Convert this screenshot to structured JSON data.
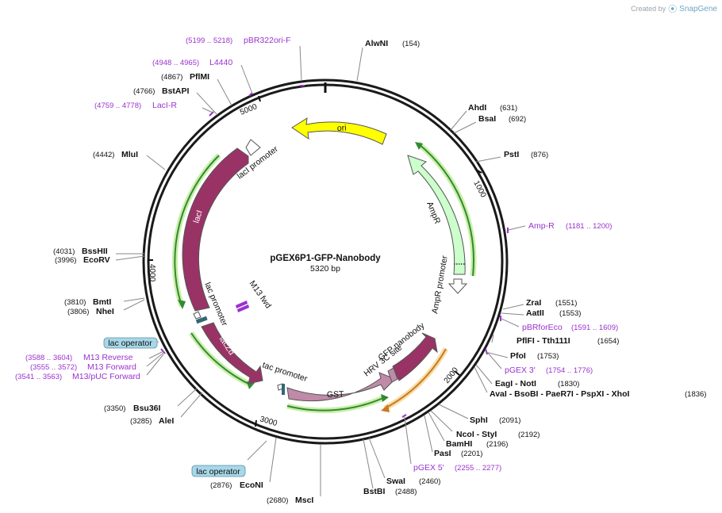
{
  "header": {
    "credit_prefix": "Created by",
    "credit_brand": "SnapGene"
  },
  "plasmid": {
    "name": "pGEX6P1-GFP-Nanobody",
    "length_label": "5320 bp",
    "length": 5320
  },
  "scale_ticks": [
    {
      "pos": 1000,
      "label": "1000"
    },
    {
      "pos": 2000,
      "label": "2000"
    },
    {
      "pos": 3000,
      "label": "3000"
    },
    {
      "pos": 4000,
      "label": "4000"
    },
    {
      "pos": 5000,
      "label": "5000"
    }
  ],
  "enzymes": [
    {
      "id": "alwni",
      "name": "AlwNI",
      "pos": "(154)"
    },
    {
      "id": "ahdi",
      "name": "AhdI",
      "pos": "(631)"
    },
    {
      "id": "bsai",
      "name": "BsaI",
      "pos": "(692)"
    },
    {
      "id": "psti",
      "name": "PstI",
      "pos": "(876)"
    },
    {
      "id": "zrai",
      "name": "ZraI",
      "pos": "(1551)"
    },
    {
      "id": "aatii",
      "name": "AatII",
      "pos": "(1553)"
    },
    {
      "id": "pflfi",
      "name": "PflFI - Tth111I",
      "pos": "(1654)"
    },
    {
      "id": "pfoi",
      "name": "PfoI",
      "pos": "(1753)"
    },
    {
      "id": "eagi",
      "name": "EagI - NotI",
      "pos": "(1830)"
    },
    {
      "id": "avai",
      "name": "AvaI - BsoBI - PaeR7I - PspXI - XhoI",
      "pos": "(1836)"
    },
    {
      "id": "sphi",
      "name": "SphI",
      "pos": "(2091)"
    },
    {
      "id": "ncoi",
      "name": "NcoI - StyI",
      "pos": "(2192)"
    },
    {
      "id": "bamhi",
      "name": "BamHI",
      "pos": "(2196)"
    },
    {
      "id": "pasi",
      "name": "PasI",
      "pos": "(2201)"
    },
    {
      "id": "swai",
      "name": "SwaI",
      "pos": "(2460)"
    },
    {
      "id": "bstbi",
      "name": "BstBI",
      "pos": "(2488)"
    },
    {
      "id": "msci",
      "name": "MscI",
      "pos": "(2680)"
    },
    {
      "id": "econi",
      "name": "EcoNI",
      "pos": "(2876)"
    },
    {
      "id": "alei",
      "name": "AleI",
      "pos": "(3285)"
    },
    {
      "id": "bsu36i",
      "name": "Bsu36I",
      "pos": "(3350)"
    },
    {
      "id": "nhei",
      "name": "NheI",
      "pos": "(3806)"
    },
    {
      "id": "bmti",
      "name": "BmtI",
      "pos": "(3810)"
    },
    {
      "id": "ecorv",
      "name": "EcoRV",
      "pos": "(3996)"
    },
    {
      "id": "bsshii",
      "name": "BssHII",
      "pos": "(4031)"
    },
    {
      "id": "mlui",
      "name": "MluI",
      "pos": "(4442)"
    },
    {
      "id": "bstapi",
      "name": "BstAPI",
      "pos": "(4766)"
    },
    {
      "id": "pflmi",
      "name": "PflMI",
      "pos": "(4867)"
    }
  ],
  "primers": [
    {
      "id": "pbr322",
      "name": "pBR322ori-F",
      "range": "(5199 .. 5218)"
    },
    {
      "id": "l4440",
      "name": "L4440",
      "range": "(4948 .. 4965)"
    },
    {
      "id": "laci-r",
      "name": "LacI-R",
      "range": "(4759 .. 4778)"
    },
    {
      "id": "ampr",
      "name": "Amp-R",
      "range": "(1181 .. 1200)"
    },
    {
      "id": "pbrforeco",
      "name": "pBRforEco",
      "range": "(1591 .. 1609)"
    },
    {
      "id": "pgex3",
      "name": "pGEX 3'",
      "range": "(1754 .. 1776)"
    },
    {
      "id": "pgex5",
      "name": "pGEX 5'",
      "range": "(2255 .. 2277)"
    },
    {
      "id": "m13rev",
      "name": "M13 Reverse",
      "range": "(3588 .. 3604)"
    },
    {
      "id": "m13fwd",
      "name": "M13 Forward",
      "range": "(3555 .. 3572)"
    },
    {
      "id": "m13puc",
      "name": "M13/pUC Forward",
      "range": "(3541 .. 3563)"
    }
  ],
  "lac_operators": [
    {
      "id": "lacop-1",
      "label": "lac operator"
    },
    {
      "id": "lacop-2",
      "label": "lac operator"
    }
  ],
  "features": {
    "ori": "ori",
    "ampr": "AmpR",
    "ampr_promoter": "AmpR promoter",
    "gst": "GST",
    "gfp_nanobody": "GFP nanobody",
    "hrv3c": "HRV 3C site",
    "tac_promoter": "tac promoter",
    "lacz": "lacZα",
    "lac_promoter": "lac promoter",
    "laci": "lacI",
    "laci_promoter": "lacI promoter",
    "m13_fwd": "M13 fwd"
  },
  "colors": {
    "backbone": "#1a1a1a",
    "ori": "#ffff00",
    "ampr": "#ccffcc",
    "gst": "#c08aa8",
    "gfp_nanobody": "#993366",
    "laci": "#993366",
    "lacz": "#993366",
    "primer": "#9a32cd",
    "orf_green": "#338833",
    "orf_orange": "#cc7722",
    "lac_operator_fill": "#a7d7e8"
  }
}
